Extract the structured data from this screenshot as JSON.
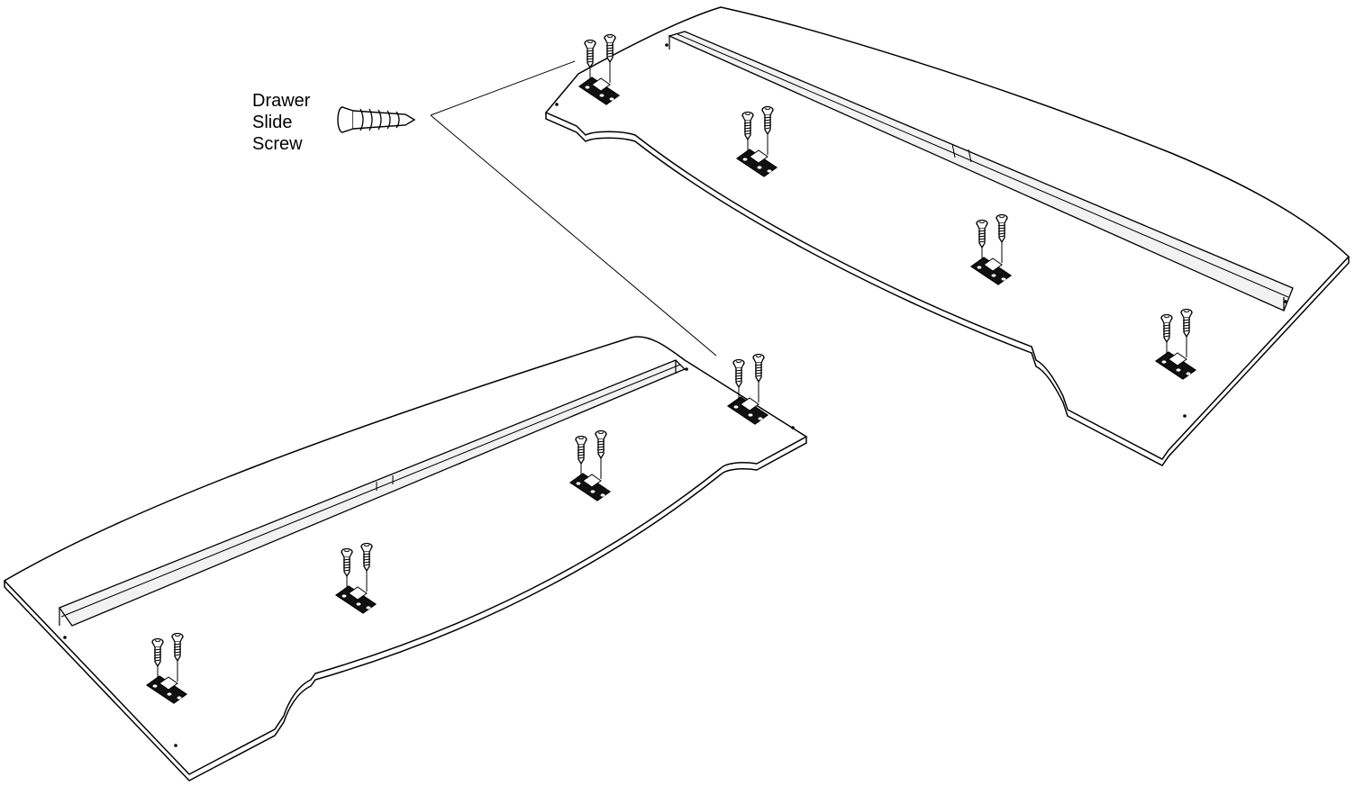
{
  "callout": {
    "lines": [
      "Drawer",
      "Slide",
      "Screw"
    ]
  },
  "parts": {
    "screw_icon": "wood-screw-icon",
    "slide_bracket_icon": "drawer-slide-bracket-icon"
  },
  "colors": {
    "line": "#000000",
    "panel_face": "#ffffff",
    "rail_face": "#f2f2f2",
    "bracket": "#111111"
  }
}
